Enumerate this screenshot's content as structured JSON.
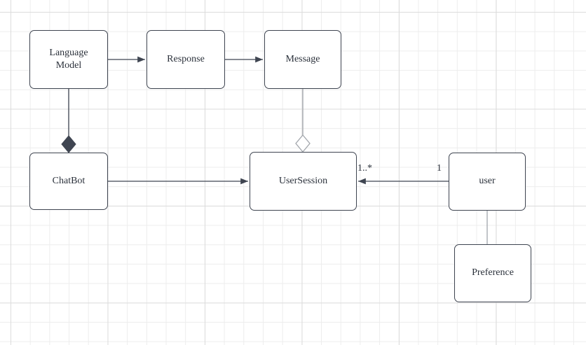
{
  "diagram": {
    "nodes": {
      "language_model": {
        "label": "Language Model"
      },
      "response": {
        "label": "Response"
      },
      "message": {
        "label": "Message"
      },
      "chatbot": {
        "label": "ChatBot"
      },
      "user_session": {
        "label": "UserSession"
      },
      "user": {
        "label": "user"
      },
      "preference": {
        "label": "Preference"
      }
    },
    "edges": {
      "language_model_to_response": {
        "type": "directed-association"
      },
      "response_to_message": {
        "type": "directed-association"
      },
      "chatbot_language_model": {
        "type": "composition",
        "diamond_at": "chatbot"
      },
      "user_session_message": {
        "type": "aggregation",
        "diamond_at": "user_session"
      },
      "chatbot_to_user_session": {
        "type": "directed-association"
      },
      "user_to_user_session": {
        "type": "directed-association",
        "source_multiplicity": "1",
        "target_multiplicity": "1..*"
      },
      "user_to_preference": {
        "type": "association"
      }
    }
  },
  "colors": {
    "canvas_bg": "#ffffff",
    "grid_minor": "#ededed",
    "grid_major": "#dcdcdc",
    "node_fill": "#ffffff",
    "node_border": "#3e4450",
    "edge_dark": "#3f4551",
    "edge_light": "#a2a6ac",
    "text_color": "#2b313b"
  }
}
